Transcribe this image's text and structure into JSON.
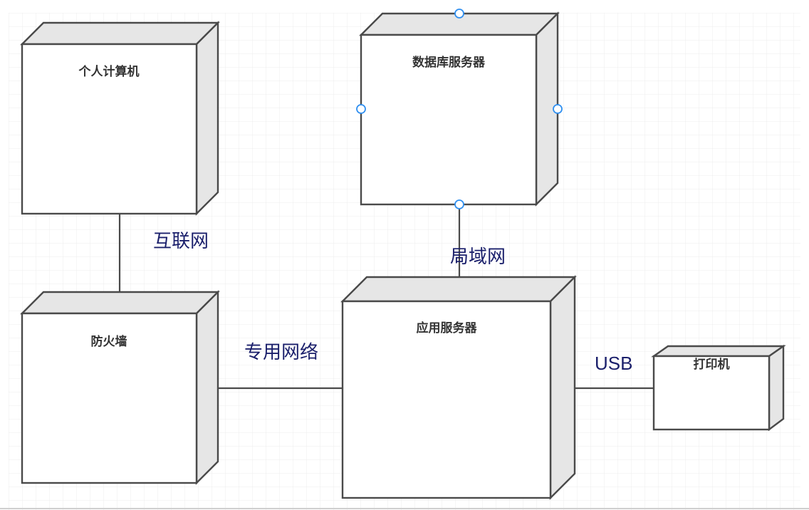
{
  "nodes": {
    "pc": {
      "label": "个人计算机"
    },
    "firewall": {
      "label": "防火墙"
    },
    "db_server": {
      "label": "数据库服务器"
    },
    "app_server": {
      "label": "应用服务器"
    },
    "printer": {
      "label": "打印机"
    }
  },
  "edges": {
    "internet": {
      "label": "互联网"
    },
    "lan": {
      "label": "局域网"
    },
    "private_net": {
      "label": "专用网络"
    },
    "usb": {
      "label": "USB"
    }
  },
  "selection": {
    "selected_node": "db_server"
  },
  "colors": {
    "grid": "#e8e8e8",
    "stroke": "#4a4a4a",
    "side_fill": "#e6e6e6",
    "edge_label": "#1a1f6b",
    "handle": "#2f8ff0"
  }
}
